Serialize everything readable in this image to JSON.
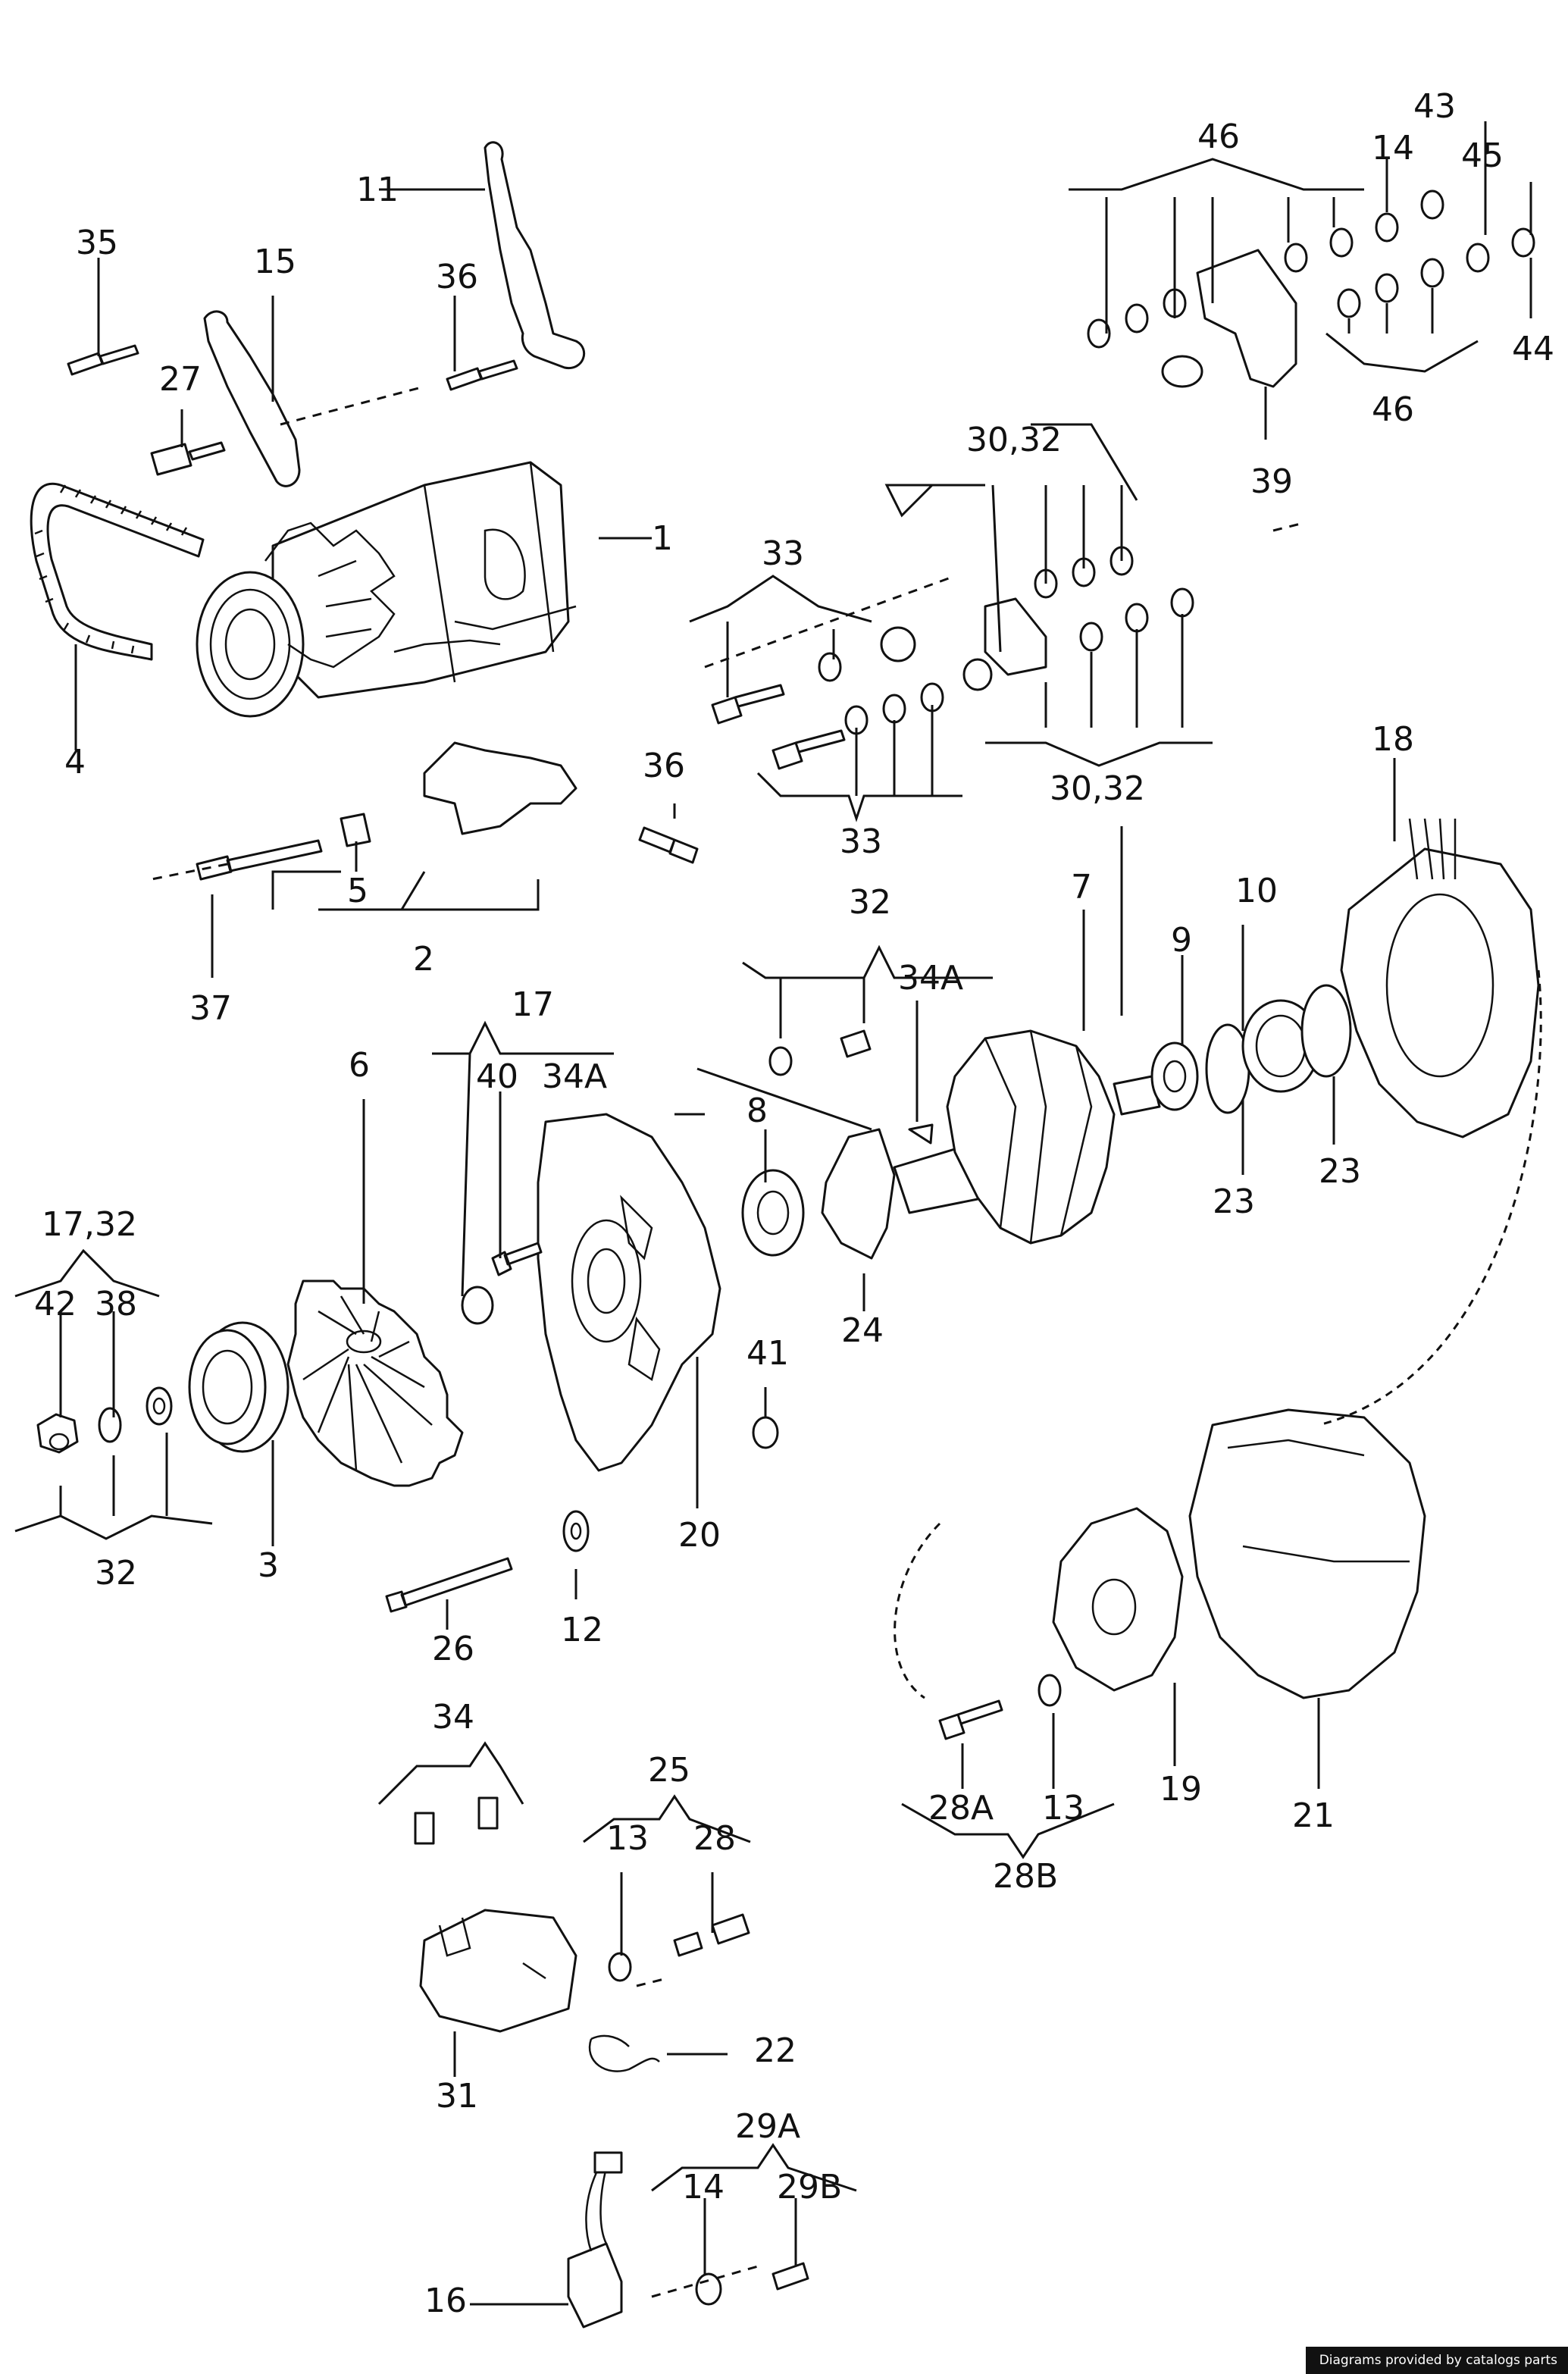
{
  "labels": {
    "l1": "1",
    "l2": "2",
    "l3": "3",
    "l4": "4",
    "l5": "5",
    "l6": "6",
    "l7": "7",
    "l8": "8",
    "l9": "9",
    "l10": "10",
    "l11": "11",
    "l12": "12",
    "l13a": "13",
    "l13b": "13",
    "l14a": "14",
    "l14b": "14",
    "l15": "15",
    "l16": "16",
    "l17": "17",
    "l17_32": "17,32",
    "l18": "18",
    "l19": "19",
    "l20": "20",
    "l21": "21",
    "l22": "22",
    "l23a": "23",
    "l23b": "23",
    "l24": "24",
    "l25": "25",
    "l26": "26",
    "l27": "27",
    "l28": "28",
    "l28a": "28A",
    "l28b": "28B",
    "l29a": "29A",
    "l29b": "29B",
    "l30_32a": "30,32",
    "l30_32b": "30,32",
    "l31": "31",
    "l32a": "32",
    "l32b": "32",
    "l33a": "33",
    "l33b": "33",
    "l34": "34",
    "l34a1": "34A",
    "l34a2": "34A",
    "l35": "35",
    "l36a": "36",
    "l36b": "36",
    "l37": "37",
    "l38": "38",
    "l39": "39",
    "l40": "40",
    "l41": "41",
    "l42": "42",
    "l43": "43",
    "l44": "44",
    "l45": "45",
    "l46a": "46",
    "l46b": "46"
  },
  "credit": "Diagrams provided by catalogs parts"
}
